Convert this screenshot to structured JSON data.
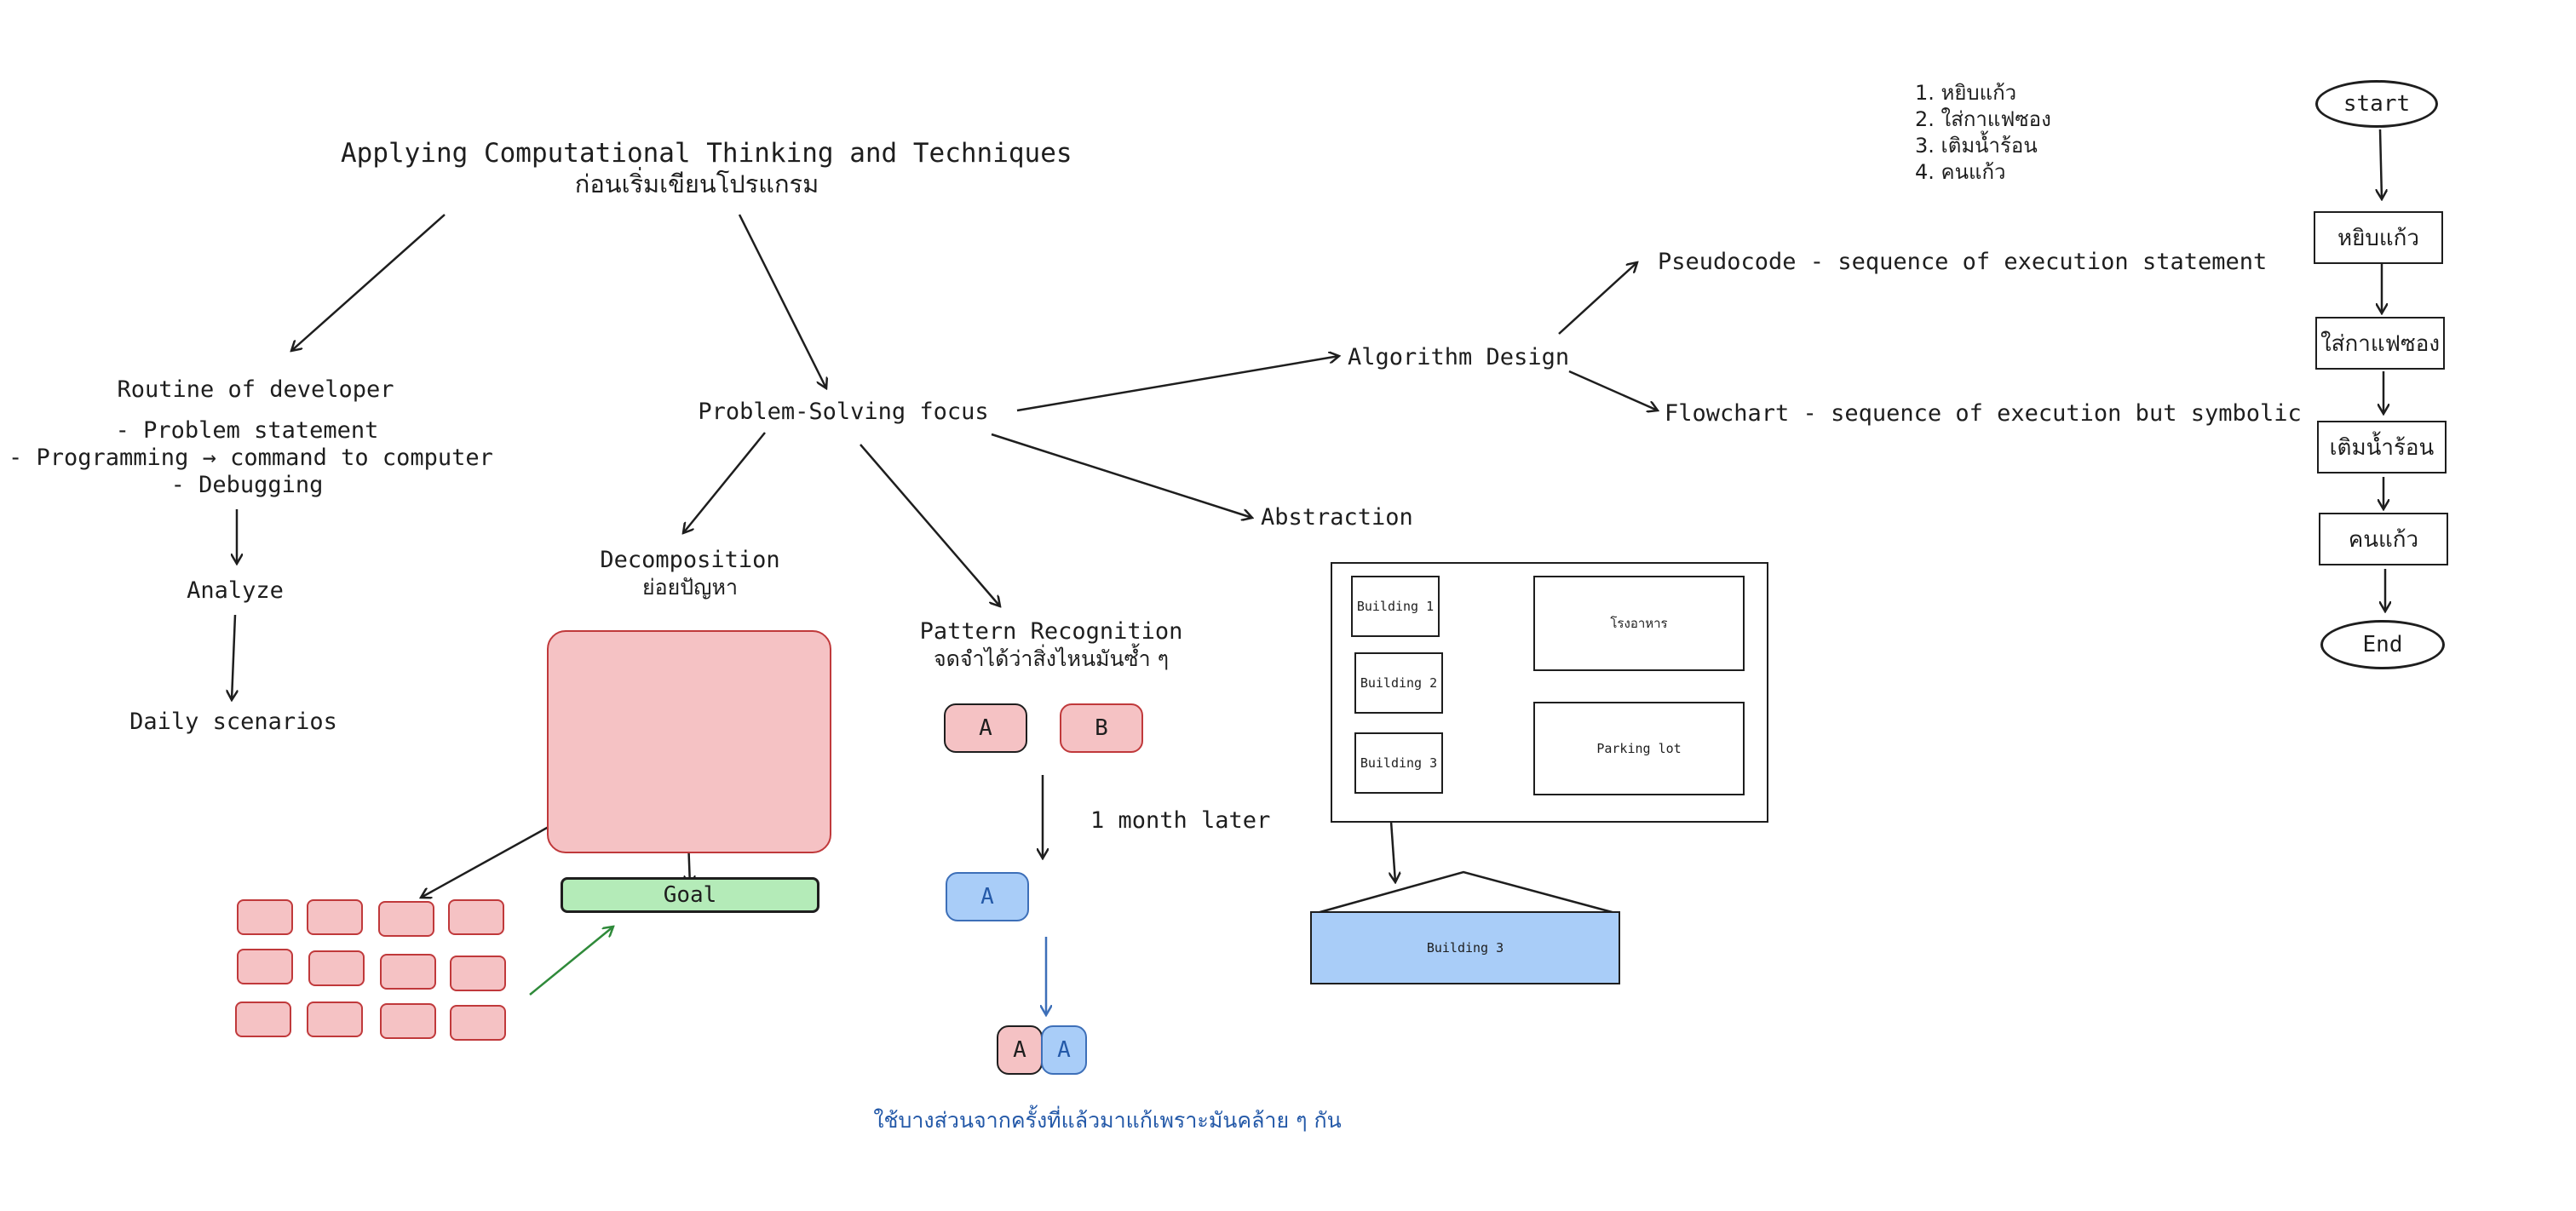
{
  "title": {
    "main": "Applying Computational Thinking and Techniques",
    "sub": "ก่อนเริ่มเขียนโปรแกรม"
  },
  "routine": {
    "heading": "Routine of developer",
    "items": [
      "- Problem statement",
      "- Programming → command to computer",
      "- Debugging"
    ],
    "analyze": "Analyze",
    "daily": "Daily scenarios"
  },
  "problem_solving": "Problem-Solving focus",
  "decomposition": {
    "label": "Decomposition",
    "sub": "ย่อยปัญหา",
    "goal": "Goal"
  },
  "pattern": {
    "label": "Pattern Recognition",
    "sub": "จดจำได้ว่าสิ่งไหนมันซ้ำ ๆ",
    "box_a": "A",
    "box_b": "B",
    "later": "1 month later",
    "blue_a": "A",
    "pair_a1": "A",
    "pair_a2": "A",
    "caption": "ใช้บางส่วนจากครั้งที่แล้วมาแก้เพราะมันคล้าย ๆ กัน"
  },
  "abstraction": {
    "label": "Abstraction",
    "b1": "Building 1",
    "b2": "Building 2",
    "b3": "Building 3",
    "canteen": "โรงอาหาร",
    "parking": "Parking lot",
    "result": "Building 3"
  },
  "algorithm": {
    "label": "Algorithm Design",
    "pseudocode": "Pseudocode - sequence of execution statement",
    "flowchart": "Flowchart - sequence of execution but symbolic"
  },
  "steps": [
    "1. หยิบแก้ว",
    "2. ใส่กาแฟซอง",
    "3. เติมน้ำร้อน",
    "4. คนแก้ว"
  ],
  "flow": {
    "start": "start",
    "nodes": [
      "หยิบแก้ว",
      "ใส่กาแฟซอง",
      "เติมน้ำร้อน",
      "คนแก้ว"
    ],
    "end": "End"
  },
  "colors": {
    "stroke": "#1e1e1e",
    "pink_fill": "#f5c2c4",
    "pink_stroke": "#c0393b",
    "blue_fill": "#a9cdf8",
    "blue_stroke": "#3d6fb8",
    "green_fill": "#b4ebb8",
    "green_arrow": "#2f8a3a",
    "caption_blue": "#2459a8"
  }
}
